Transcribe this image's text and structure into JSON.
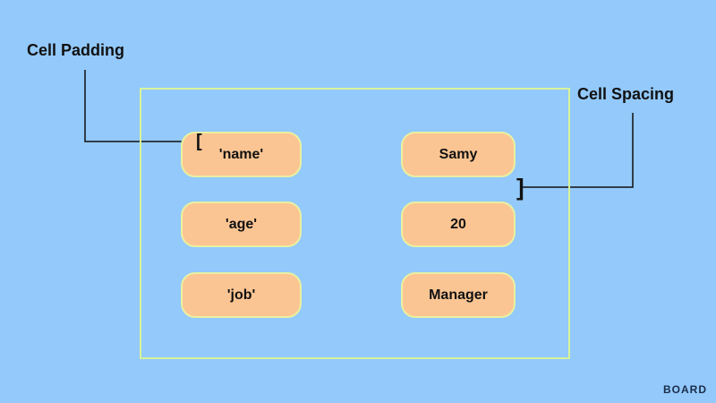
{
  "labels": {
    "cell_padding": "Cell Padding",
    "cell_spacing": "Cell Spacing"
  },
  "table": {
    "rows": [
      {
        "key": "'name'",
        "value": "Samy"
      },
      {
        "key": "'age'",
        "value": "20"
      },
      {
        "key": "'job'",
        "value": "Manager"
      }
    ]
  },
  "logo": {
    "text": "BOARD"
  },
  "colors": {
    "background": "#93c9fb",
    "cell_fill": "#fbc593",
    "frame_border": "#d8f39a",
    "cell_border": "#e9f0a0",
    "text": "#111111"
  }
}
